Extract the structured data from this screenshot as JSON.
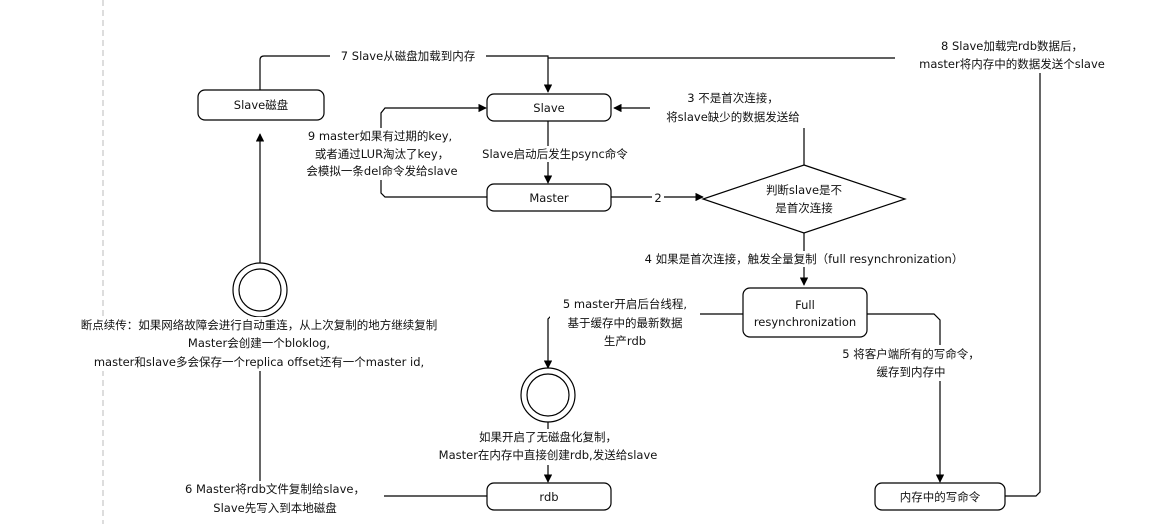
{
  "nodes": {
    "slave": "Slave",
    "master": "Master",
    "slave_disk": "Slave磁盘",
    "judge": [
      "判断slave是不",
      "是首次连接"
    ],
    "full_resync": [
      "Full",
      "resynchronization"
    ],
    "rdb": "rdb",
    "mem_write_cmd": "内存中的写命令"
  },
  "labels": {
    "l7": "7 Slave从磁盘加载到内存",
    "l8": [
      "8 Slave加载完rdb数据后，",
      "master将内存中的数据发送个slave"
    ],
    "l3": [
      "3 不是首次连接，",
      "将slave缺少的数据发送给"
    ],
    "l9": [
      "9 master如果有过期的key,",
      "或者通过LUR淘汰了key，",
      "会模拟一条del命令发给slave"
    ],
    "l1": "Slave启动后发生psync命令",
    "l2": "2",
    "l4": "4 如果是首次连接，触发全量复制（full resynchronization）",
    "l5a": [
      "5 master开启后台线程,",
      "基于缓存中的最新数据",
      "生产rdb"
    ],
    "l5b": [
      "5 将客户端所有的写命令，",
      "缓存到内存中"
    ],
    "no_disk": [
      "如果开启了无磁盘化复制，",
      "Master在内存中直接创建rdb,发送给slave"
    ],
    "resume": [
      "断点续传：如果网络故障会进行自动重连，从上次复制的地方继续复制",
      "Master会创建一个bloklog,",
      "master和slave多会保存一个replica offset还有一个master id,"
    ],
    "l6": [
      "6 Master将rdb文件复制给slave，",
      "Slave先写入到本地磁盘"
    ]
  }
}
